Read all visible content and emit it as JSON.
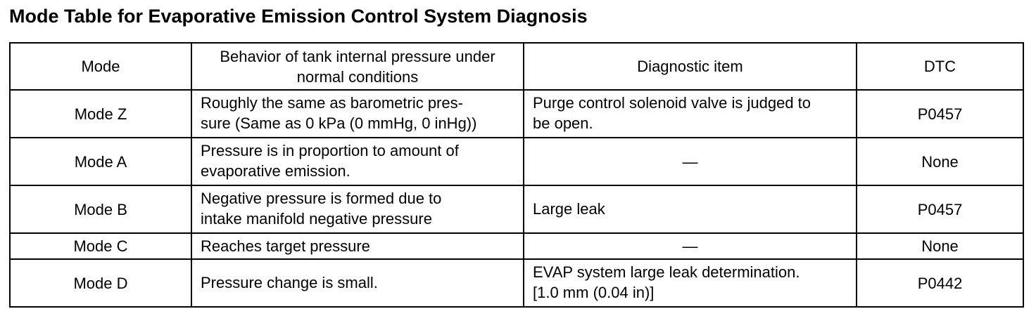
{
  "title": "Mode Table for Evaporative Emission Control System Diagnosis",
  "table": {
    "headers": {
      "mode": "Mode",
      "behavior_line1": "Behavior of tank internal pressure under",
      "behavior_line2": "normal conditions",
      "diagnostic": "Diagnostic item",
      "dtc": "DTC"
    },
    "rows": [
      {
        "mode": "Mode Z",
        "behavior_line1": "Roughly the same as barometric pres-",
        "behavior_line2": "sure (Same as 0 kPa (0 mmHg, 0 inHg))",
        "diagnostic_line1": "Purge control solenoid valve is judged to",
        "diagnostic_line2": "be open.",
        "dtc": "P0457"
      },
      {
        "mode": "Mode A",
        "behavior_line1": "Pressure is in proportion to amount of",
        "behavior_line2": "evaporative emission.",
        "diagnostic": "—",
        "dtc": "None"
      },
      {
        "mode": "Mode B",
        "behavior_line1": "Negative pressure is formed due to",
        "behavior_line2": "intake manifold negative pressure",
        "diagnostic": "Large leak",
        "dtc": "P0457"
      },
      {
        "mode": "Mode C",
        "behavior": "Reaches target pressure",
        "diagnostic": "—",
        "dtc": "None"
      },
      {
        "mode": "Mode D",
        "behavior": "Pressure change is small.",
        "diagnostic_line1": "EVAP system large leak determination.",
        "diagnostic_line2": "[1.0 mm (0.04 in)]",
        "dtc": "P0442"
      }
    ]
  }
}
